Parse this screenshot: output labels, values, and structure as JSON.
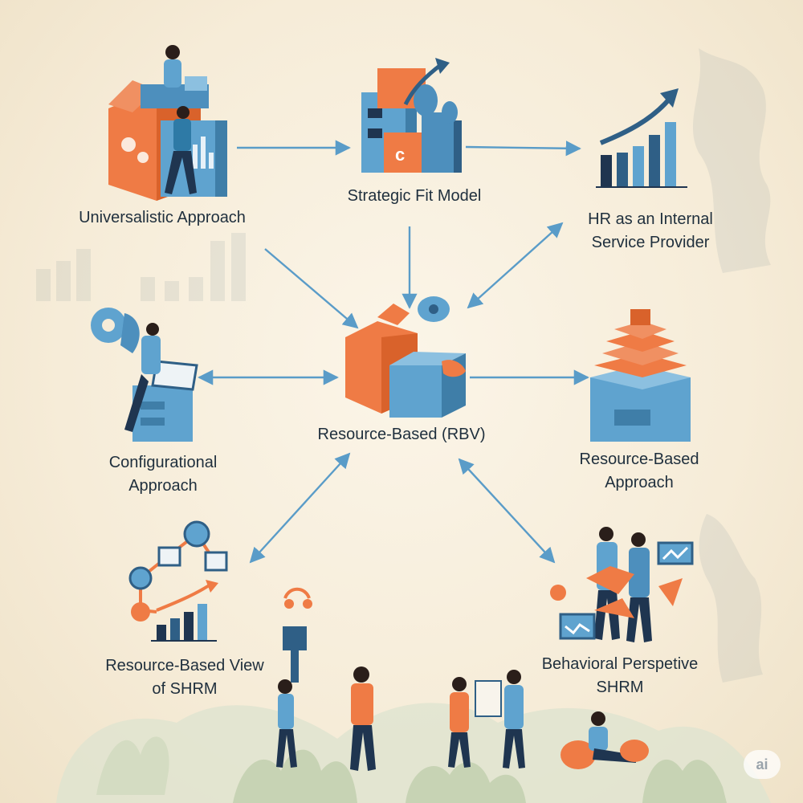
{
  "nodes": {
    "universalistic": {
      "label": "Universalistic Approach"
    },
    "strategic_fit": {
      "label": "Strategic Fit Model"
    },
    "hr_service": {
      "line1": "HR as an Internal",
      "line2": "Service Provider"
    },
    "configurational": {
      "line1": "Configurational",
      "line2": "Approach"
    },
    "rbv_center": {
      "label": "Resource-Based (RBV)"
    },
    "resource_based": {
      "line1": "Resource-Based",
      "line2": "Approach"
    },
    "rbv_shrm": {
      "line1": "Resource-Based View",
      "line2": "of SHRM"
    },
    "behavioral": {
      "line1": "Behavioral Perspetive",
      "line2": "SHRM"
    }
  },
  "watermark": {
    "text": "ai"
  },
  "colors": {
    "orange": "#ef7b45",
    "dark_orange": "#d9622b",
    "blue": "#5fa3cf",
    "dark_blue": "#2f5f86",
    "navy": "#1f3550",
    "arrow": "#5a9cc8",
    "text": "#1f2f3d"
  }
}
